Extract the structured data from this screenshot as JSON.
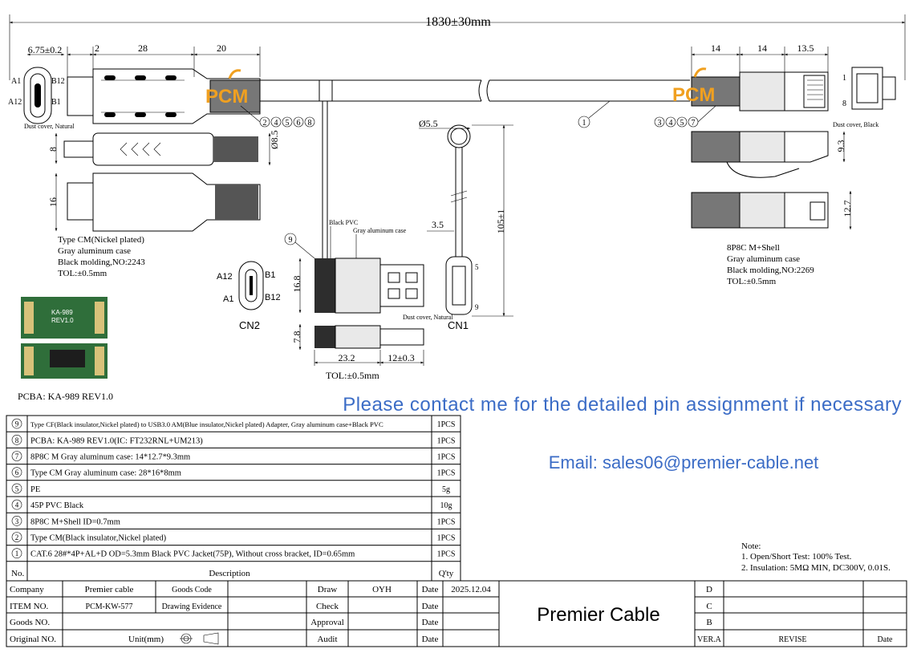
{
  "dimensions": {
    "overall_length": "1830±30mm",
    "left_top": [
      "6.75±0.2",
      "2",
      "28",
      "20"
    ],
    "left_side": [
      "8",
      "Ø8.5",
      "16"
    ],
    "right_top": [
      "14",
      "14",
      "13.5"
    ],
    "right_side": [
      "9.3",
      "12.7"
    ],
    "cable_dia": "Ø5.5",
    "cable_len": "105±1",
    "cn1_offset": "3.5",
    "adapter": [
      "16.8",
      "7.8",
      "23.2",
      "12±0.3"
    ],
    "adapter_tol": "TOL:±0.5mm"
  },
  "pins": {
    "left": {
      "a1": "A1",
      "a12": "A12",
      "b12": "B12",
      "b1": "B1"
    },
    "right": {
      "p1": "1",
      "p8": "8"
    },
    "cn1": {
      "p5": "5",
      "p9": "9"
    },
    "cn2": {
      "a12": "A12",
      "a1": "A1",
      "b1": "B1",
      "b12": "B12"
    }
  },
  "balloons": {
    "left": [
      "2",
      "4",
      "5",
      "6",
      "8"
    ],
    "right": [
      "3",
      "4",
      "5",
      "7"
    ],
    "cable": "1",
    "adapter": "9"
  },
  "labels": {
    "logo": "PCM",
    "dust_cover_natural": "Dust cover, Natural",
    "dust_cover_black": "Dust cover, Black",
    "dust_cover_natural_cn1": "Dust cover, Natural",
    "black_pvc": "Black PVC",
    "gray_case": "Gray aluminum case",
    "cn1": "CN1",
    "cn2": "CN2",
    "left_note": [
      "Type CM(Nickel plated)",
      "Gray aluminum case",
      "Black molding,NO:2243",
      "TOL:±0.5mm"
    ],
    "right_note": [
      "8P8C M+Shell",
      "Gray aluminum case",
      "Black molding,NO:2269",
      "TOL:±0.5mm"
    ],
    "pcba_caption": "PCBA: KA-989 REV1.0",
    "pcba_marking": [
      "KA-989",
      "REV1.0"
    ]
  },
  "contact_text": "Please contact me for the detailed pin assignment if necessary",
  "email_text": "Email: sales06@premier-cable.net",
  "bom": [
    {
      "no": "9",
      "desc": "Type CF(Black insulator,Nickel plated) to USB3.0 AM(Blue insulator,Nickel plated) Adapter, Gray aluminum case+Black PVC",
      "qty": "1PCS"
    },
    {
      "no": "8",
      "desc": "PCBA: KA-989 REV1.0(IC: FT232RNL+UM213)",
      "qty": "1PCS"
    },
    {
      "no": "7",
      "desc": "8P8C M Gray aluminum case: 14*12.7*9.3mm",
      "qty": "1PCS"
    },
    {
      "no": "6",
      "desc": "Type CM Gray aluminum case: 28*16*8mm",
      "qty": "1PCS"
    },
    {
      "no": "5",
      "desc": "PE",
      "qty": "5g"
    },
    {
      "no": "4",
      "desc": "45P PVC Black",
      "qty": "10g"
    },
    {
      "no": "3",
      "desc": "8P8C M+Shell  ID=0.7mm",
      "qty": "1PCS"
    },
    {
      "no": "2",
      "desc": "Type CM(Black insulator,Nickel plated)",
      "qty": "1PCS"
    },
    {
      "no": "1",
      "desc": "CAT.6 28#*4P+AL+D OD=5.3mm Black PVC Jacket(75P), Without cross bracket, ID=0.65mm",
      "qty": "1PCS"
    }
  ],
  "bom_header": {
    "no": "No.",
    "desc": "Description",
    "qty": "Q'ty"
  },
  "notes": {
    "title": "Note:",
    "lines": [
      "1. Open/Short Test: 100% Test.",
      "2. Insulation: 5MΩ  MIN, DC300V, 0.01S."
    ]
  },
  "title_block": {
    "company_label": "Company",
    "company_value": "Premier cable",
    "goods_code_label": "Goods Code",
    "item_label": "ITEM NO.",
    "item_value": "PCM-KW-577",
    "drawing_evidence": "Drawing Evidence",
    "goods_no_label": "Goods NO.",
    "original_label": "Original NO.",
    "unit_label": "Unit(mm)",
    "draw_label": "Draw",
    "draw_value": "OYH",
    "check_label": "Check",
    "approval_label": "Approval",
    "audit_label": "Audit",
    "date_label": "Date",
    "date_value": "2025.12.04",
    "company_name": "Premier Cable",
    "rev_letters": [
      "D",
      "C",
      "B"
    ],
    "ver_label": "VER.A",
    "revise_label": "REVISE",
    "date_col": "Date"
  }
}
